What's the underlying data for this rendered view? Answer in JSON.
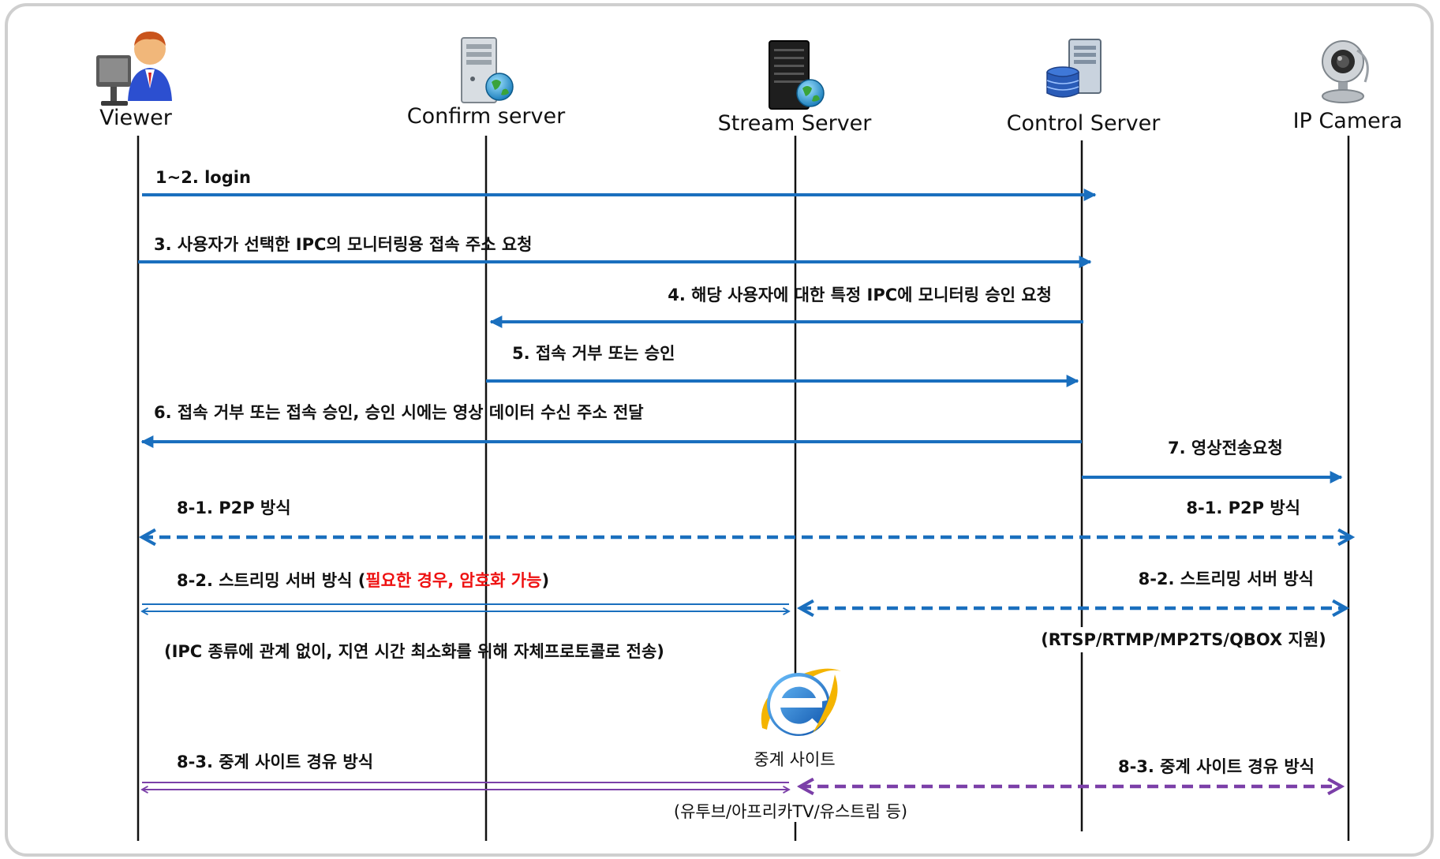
{
  "actors": [
    {
      "id": "viewer",
      "label": "Viewer",
      "icon": "viewer-person-icon"
    },
    {
      "id": "confirm",
      "label": "Confirm server",
      "icon": "confirm-server-icon"
    },
    {
      "id": "stream",
      "label": "Stream Server",
      "icon": "stream-server-icon"
    },
    {
      "id": "control",
      "label": "Control Server",
      "icon": "control-server-icon"
    },
    {
      "id": "camera",
      "label": "IP Camera",
      "icon": "ip-camera-icon"
    }
  ],
  "messages": {
    "m1": "1~2. login",
    "m3": "3. 사용자가 선택한 IPC의 모니터링용 접속 주소 요청",
    "m4": "4. 해당 사용자에 대한 특정 IPC에 모니터링 승인 요청",
    "m5": "5. 접속 거부 또는 승인",
    "m6": "6. 접속 거부 또는 접속 승인, 승인 시에는 영상 데이터 수신 주소 전달",
    "m7": "7. 영상전송요청",
    "p2p_left": "8-1. P2P 방식",
    "p2p_right": "8-1. P2P 방식",
    "stream_left_prefix": "8-2. 스트리밍  서버 방식 (",
    "stream_left_highlight": "필요한 경우, 암호화 가능",
    "stream_left_suffix": ")",
    "stream_right": "8-2. 스트리밍 서버 방식",
    "stream_note_left": "(IPC 종류에 관계 없이, 지연 시간 최소화를 위해 자체프로토콜로 전송)",
    "stream_note_right": "(RTSP/RTMP/MP2TS/QBOX 지원)",
    "relay_left": "8-3. 중계 사이트 경유 방식",
    "relay_right": "8-3. 중계 사이트 경유 방식",
    "relay_site_label": "중계 사이트",
    "relay_site_examples": "(유투브/아프리카TV/유스트림 등)"
  },
  "colors": {
    "blue": "#1a6fbe",
    "purple": "#7b3fa8",
    "highlight": "#ee1111",
    "frame": "#cfcfcf"
  }
}
